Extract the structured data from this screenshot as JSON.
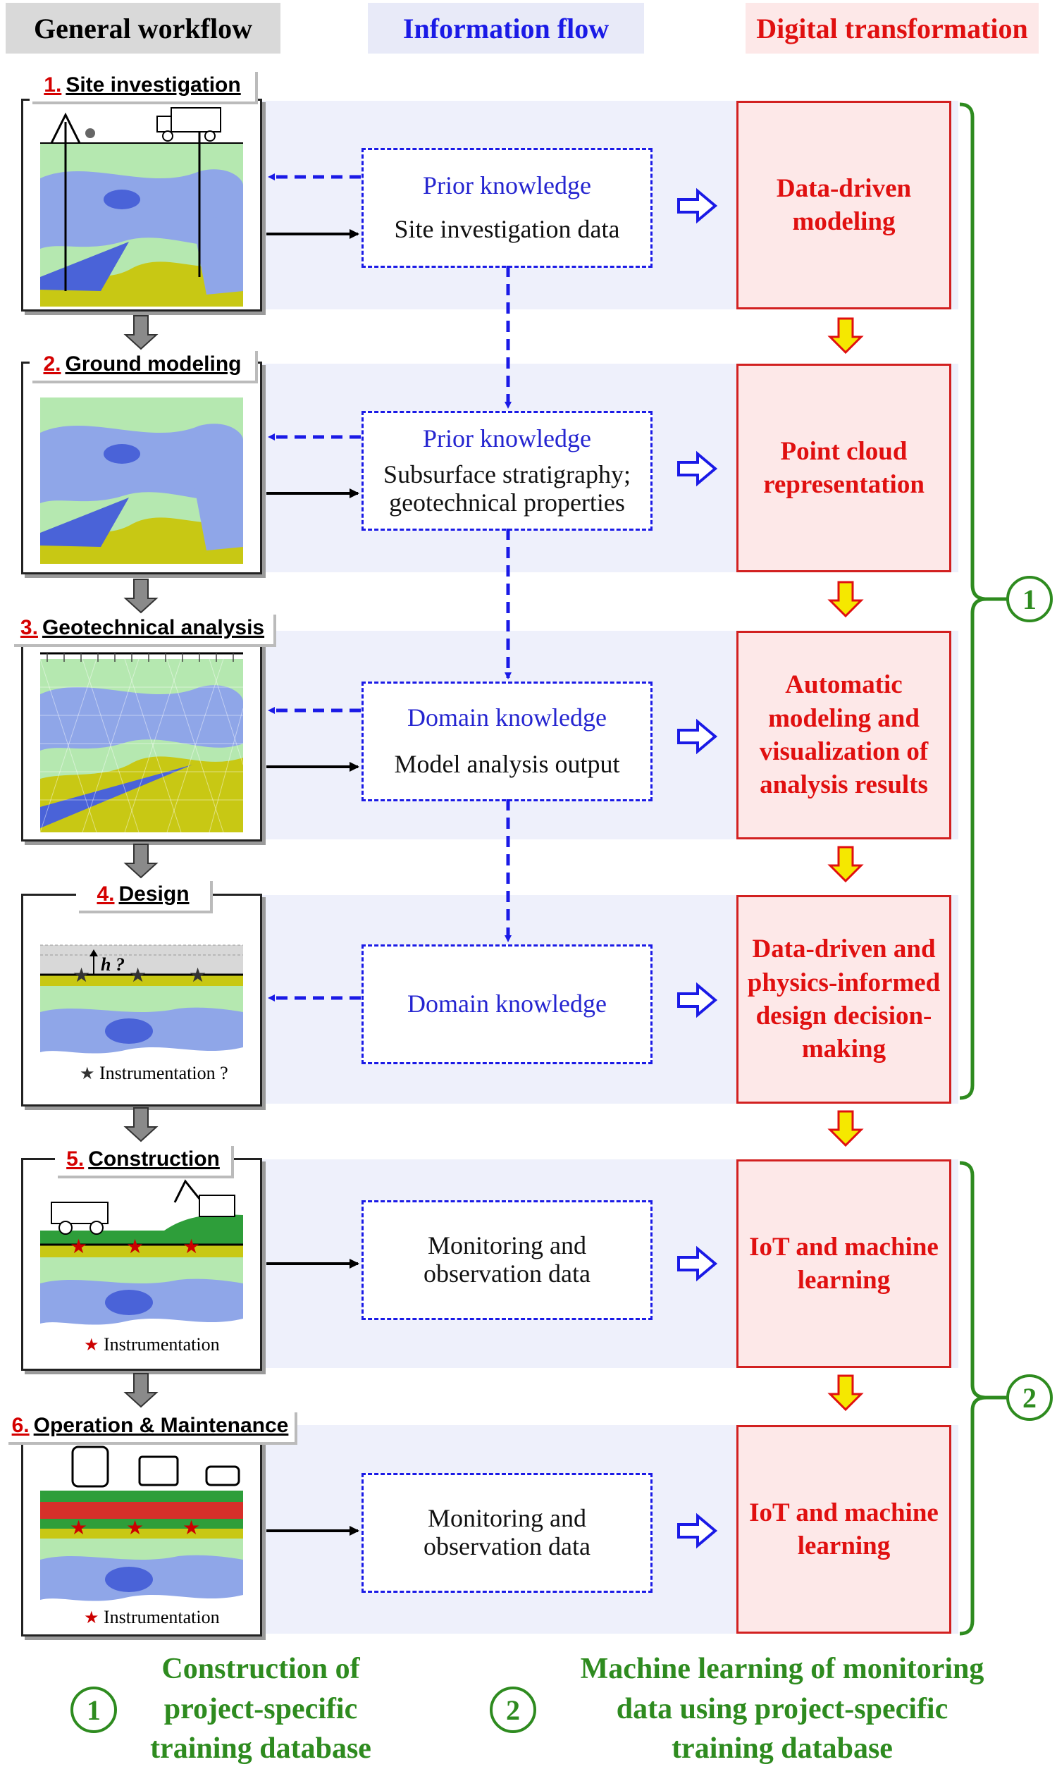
{
  "headers": {
    "general": "General workflow",
    "info": "Information flow",
    "digital": "Digital transformation"
  },
  "stages": [
    {
      "num": "1.",
      "title": "Site investigation"
    },
    {
      "num": "2.",
      "title": "Ground modeling"
    },
    {
      "num": "3.",
      "title": "Geotechnical analysis"
    },
    {
      "num": "4.",
      "title": "Design"
    },
    {
      "num": "5.",
      "title": "Construction"
    },
    {
      "num": "6.",
      "title": "Operation & Maintenance"
    }
  ],
  "stage_labels": {
    "h_question": "h ?",
    "instrumentation_q": "Instrumentation ?",
    "instrumentation": "Instrumentation",
    "star": "★"
  },
  "info_boxes": [
    {
      "line1": "Prior knowledge",
      "line2": "Site investigation data"
    },
    {
      "line1": "Prior knowledge",
      "line2": "Subsurface stratigraphy;",
      "line3": "geotechnical properties"
    },
    {
      "line1": "Domain knowledge",
      "line2": "Model analysis output"
    },
    {
      "line1": "Domain knowledge"
    },
    {
      "line1": "Monitoring and",
      "line2": "observation data"
    },
    {
      "line1": "Monitoring and",
      "line2": "observation data"
    }
  ],
  "digital_boxes": [
    {
      "line1": "Data-driven",
      "line2": "modeling"
    },
    {
      "line1": "Point cloud",
      "line2": "representation"
    },
    {
      "line1": "Automatic",
      "line2": "modeling and",
      "line3": "visualization of",
      "line4": "analysis results"
    },
    {
      "line1": "Data-driven and",
      "line2": "physics-informed",
      "line3": "design decision-",
      "line4": "making"
    },
    {
      "line1": "IoT and machine",
      "line2": "learning"
    },
    {
      "line1": "IoT and machine",
      "line2": "learning"
    }
  ],
  "brackets": [
    {
      "label": "1"
    },
    {
      "label": "2"
    }
  ],
  "legend": [
    {
      "label": "1",
      "line1": "Construction of",
      "line2": "project-specific",
      "line3": "training database"
    },
    {
      "label": "2",
      "line1": "Machine learning of monitoring",
      "line2": "data using project-specific",
      "line3": "training database"
    }
  ],
  "colors": {
    "band": "#eef0fb",
    "info_border": "#1a1ae6",
    "dt_border": "#d22020",
    "dt_fill": "#fde8e8",
    "dt_text": "#e01010",
    "green": "#2e8b1f",
    "soil_yellow": "#c8c814",
    "soil_green": "#b5e8b0",
    "soil_blue": "#8fa6e8",
    "soil_dark_blue": "#4a63d8"
  }
}
